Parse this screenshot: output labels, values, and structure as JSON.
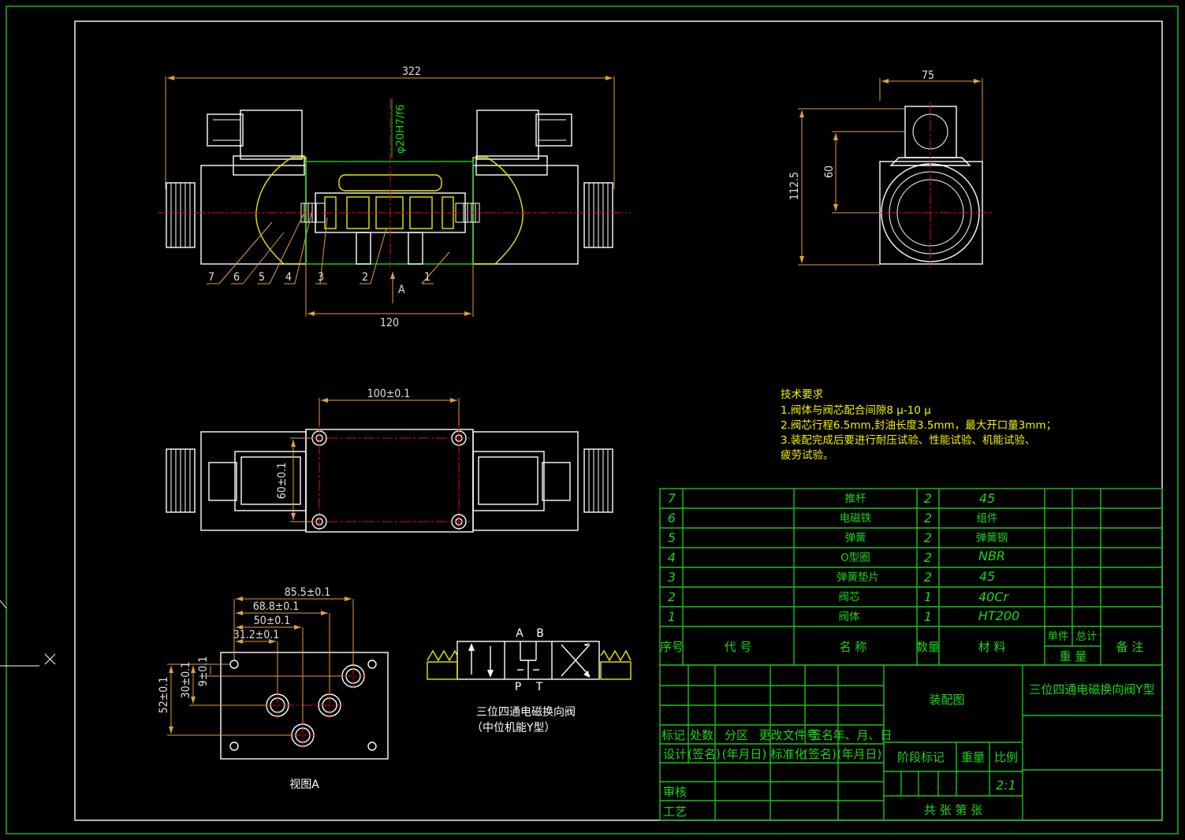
{
  "dims": {
    "d322": "322",
    "d120": "120",
    "fit": "φ20H7/f6",
    "d75": "75",
    "d112": "112.5",
    "d60": "60",
    "d100": "100±0.1",
    "d60b": "60±0.1",
    "d855": "85.5±0.1",
    "d688": "68.8±0.1",
    "d50": "50±0.1",
    "d312": "31.2±0.1",
    "d52": "52±0.1",
    "d30": "30±0.1",
    "d9": "9±0.1"
  },
  "balloons": [
    "7",
    "6",
    "5",
    "4",
    "3",
    "2",
    "1"
  ],
  "view_arrow": "A",
  "view_label": "视图A",
  "symbol": {
    "port_a": "A",
    "port_b": "B",
    "port_p": "P",
    "port_t": "T",
    "title": "三位四通电磁换向阀",
    "subtitle": "（中位机能Y型）"
  },
  "tech": {
    "heading": "技术要求",
    "lines": [
      "1.阀体与阀芯配合间隙8 μ-10 μ",
      "2.阀芯行程6.5mm,封油长度3.5mm，最大开口量3mm；",
      "3.装配完成后要进行耐压试验、性能试验、机能试验、",
      "疲劳试验。"
    ]
  },
  "bom": {
    "rows": [
      {
        "no": "7",
        "name": "推杆",
        "qty": "2",
        "mat": "45"
      },
      {
        "no": "6",
        "name": "电磁铁",
        "qty": "2",
        "mat": "组件"
      },
      {
        "no": "5",
        "name": "弹簧",
        "qty": "2",
        "mat": "弹簧钢"
      },
      {
        "no": "4",
        "name": "O型圈",
        "qty": "2",
        "mat": "NBR"
      },
      {
        "no": "3",
        "name": "弹簧垫片",
        "qty": "2",
        "mat": "45"
      },
      {
        "no": "2",
        "name": "阀芯",
        "qty": "1",
        "mat": "40Cr"
      },
      {
        "no": "1",
        "name": "阀体",
        "qty": "1",
        "mat": "HT200"
      }
    ],
    "header": {
      "no": "序号",
      "code": "代 号",
      "name": "名 称",
      "qty": "数量",
      "mat": "材 料",
      "unit": "单件",
      "total": "总计",
      "weight": "重 量",
      "note": "备 注"
    }
  },
  "title_block": {
    "drawing_type": "装配图",
    "drawing_name": "三位四通电磁换向阀Y型",
    "row1": [
      "标记",
      "处数",
      "分区",
      "更改文件号",
      "签名",
      "年、月、日"
    ],
    "row2": [
      "设计",
      "(签名)",
      "(年月日)",
      "标准化",
      "(签名)",
      "(年月日)"
    ],
    "stage": "阶段标记",
    "weight": "重量",
    "scale_label": "比例",
    "scale": "2:1",
    "review": "审核",
    "craft": "工艺",
    "sheets": "共 张 第 张"
  },
  "colors": {
    "border": "#18c418",
    "dim": "#e0a040",
    "center": "#e01010",
    "hatch": "#d8d800",
    "section": "#18c418"
  }
}
